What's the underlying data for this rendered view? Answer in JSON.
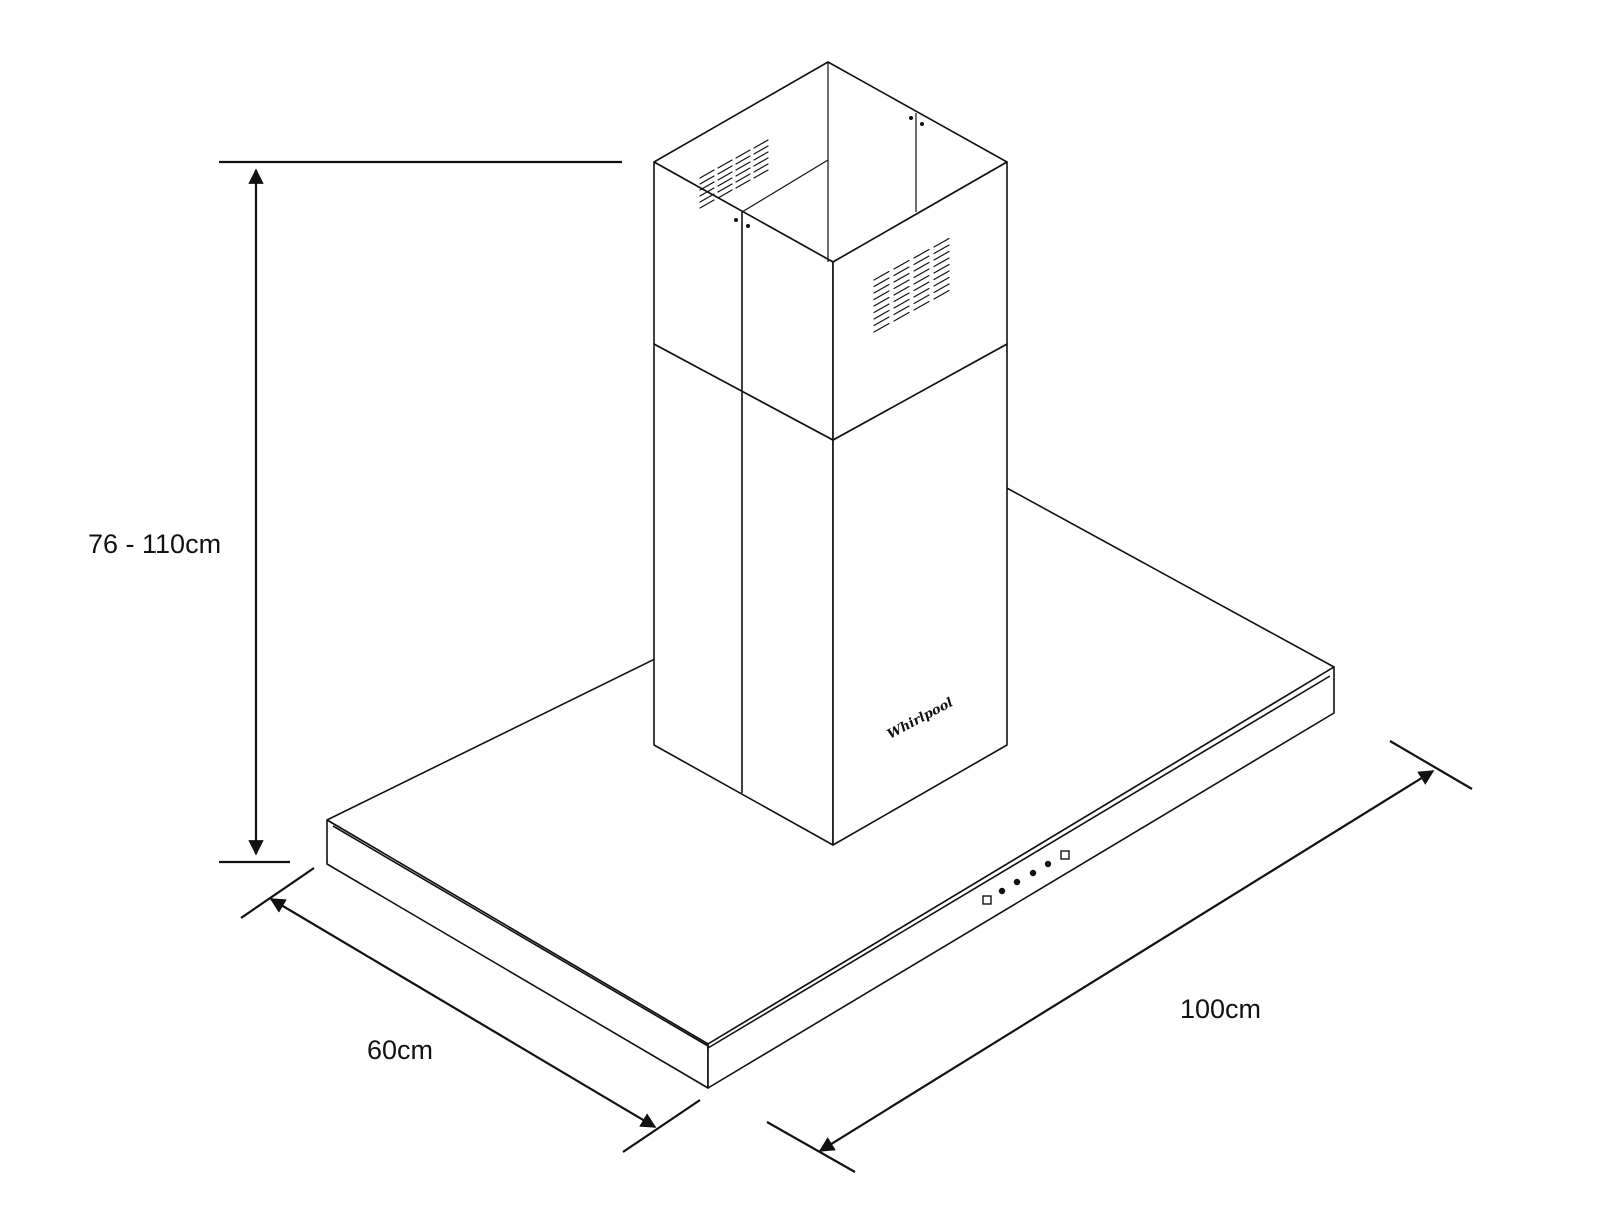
{
  "dimensions": {
    "height_label": "76 - 110cm",
    "depth_label": "60cm",
    "width_label": "100cm"
  },
  "brand": {
    "logo_text": "Whirlpool"
  },
  "colors": {
    "stroke": "#111111",
    "background": "#ffffff"
  }
}
